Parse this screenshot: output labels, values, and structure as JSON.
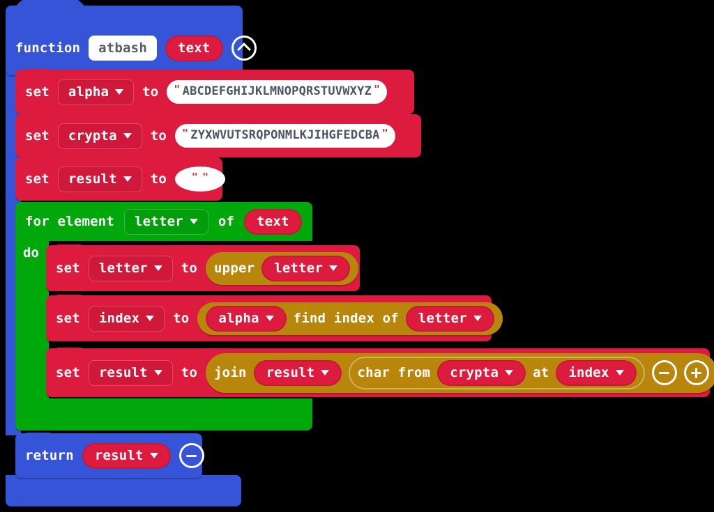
{
  "app": {
    "kind": "blocks-editor",
    "background": "#000000"
  },
  "colors": {
    "function_blue": "#3654D8",
    "variables_red": "#DD1B3E",
    "loops_green": "#00A80C",
    "text_gold": "#B8860B",
    "field_white": "#FFFFFF",
    "quote_red": "#C0392B",
    "field_text": "#57606A"
  },
  "program": {
    "function": {
      "keyword_label": "function",
      "name": "atbash",
      "parameters": [
        {
          "name": "text"
        }
      ],
      "collapse_icon": "chevron-up-circle-icon"
    },
    "statements": [
      {
        "kind": "set",
        "set_label": "set",
        "variable": "alpha",
        "to_label": "to",
        "value_kind": "string",
        "value": "ABCDEFGHIJKLMNOPQRSTUVWXYZ",
        "quote": "\""
      },
      {
        "kind": "set",
        "set_label": "set",
        "variable": "crypta",
        "to_label": "to",
        "value_kind": "string",
        "value": "ZYXWVUTSRQPONMLKJIHGFEDCBA",
        "quote": "\""
      },
      {
        "kind": "set",
        "set_label": "set",
        "variable": "result",
        "to_label": "to",
        "value_kind": "string",
        "value": "",
        "quote": "\""
      }
    ],
    "loop": {
      "for_label": "for element",
      "loop_variable": "letter",
      "of_label": "of",
      "iterable": "text",
      "do_label": "do",
      "body": [
        {
          "kind": "set",
          "set_label": "set",
          "variable": "letter",
          "to_label": "to",
          "value_kind": "upper",
          "op_label": "upper",
          "operand": "letter"
        },
        {
          "kind": "set",
          "set_label": "set",
          "variable": "index",
          "to_label": "to",
          "value_kind": "find-index",
          "haystack": "alpha",
          "op_label": "find index of",
          "needle": "letter"
        },
        {
          "kind": "set",
          "set_label": "set",
          "variable": "result",
          "to_label": "to",
          "value_kind": "join",
          "op_label": "join",
          "first_operand": "result",
          "char_from_label": "char from",
          "char_source": "crypta",
          "at_label": "at",
          "at_index": "index",
          "minus_icon": "minus-circle-icon",
          "plus_icon": "plus-circle-icon"
        }
      ]
    },
    "return": {
      "keyword_label": "return",
      "value": "result",
      "minus_icon": "minus-circle-icon"
    }
  }
}
